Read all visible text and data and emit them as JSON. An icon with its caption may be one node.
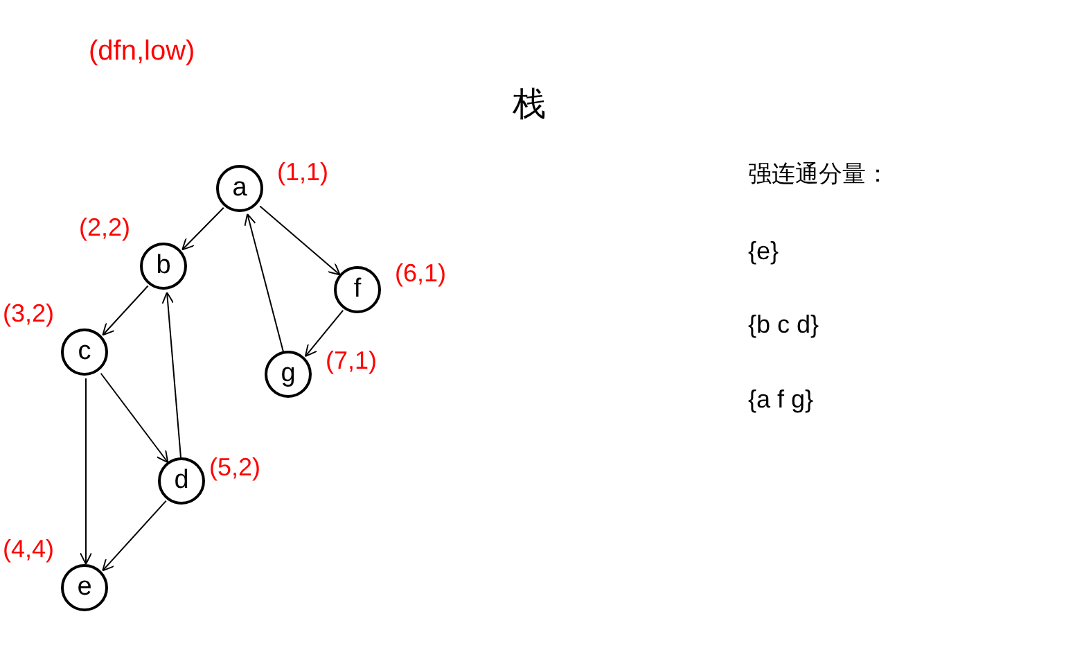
{
  "diagram": {
    "nodes": [
      {
        "text": [
          "a"
        ],
        "beside": [
          "(1,1)"
        ]
      },
      {
        "text": [
          "b"
        ],
        "beside": [
          "(2,2)"
        ]
      },
      {
        "text": [
          "c"
        ],
        "beside": [
          "(3,2)"
        ]
      },
      {
        "text": [
          "d"
        ],
        "beside": [
          "(5,2)"
        ]
      },
      {
        "text": [
          "e"
        ],
        "beside": [
          "(4,4)"
        ]
      },
      {
        "text": [
          "f"
        ],
        "beside": [
          "(6,1)"
        ]
      },
      {
        "text": [
          "g"
        ],
        "beside": [
          "(7,1)"
        ]
      }
    ],
    "edges": [
      {
        "from": 0,
        "to": 1,
        "arrow": "to"
      },
      {
        "from": 0,
        "to": 5,
        "arrow": "to"
      },
      {
        "from": 1,
        "to": 2,
        "arrow": "to"
      },
      {
        "from": 2,
        "to": 3,
        "arrow": "to"
      },
      {
        "from": 2,
        "to": 4,
        "arrow": "to"
      },
      {
        "from": 3,
        "to": 1,
        "arrow": "to"
      },
      {
        "from": 3,
        "to": 4,
        "arrow": "to"
      },
      {
        "from": 5,
        "to": 6,
        "arrow": "to"
      },
      {
        "from": 6,
        "to": 0,
        "arrow": "to"
      }
    ],
    "labels": [
      "(dfn,low)",
      "栈",
      "强连通分量：",
      "{e}",
      "{b c d}",
      "{a f g}"
    ]
  }
}
